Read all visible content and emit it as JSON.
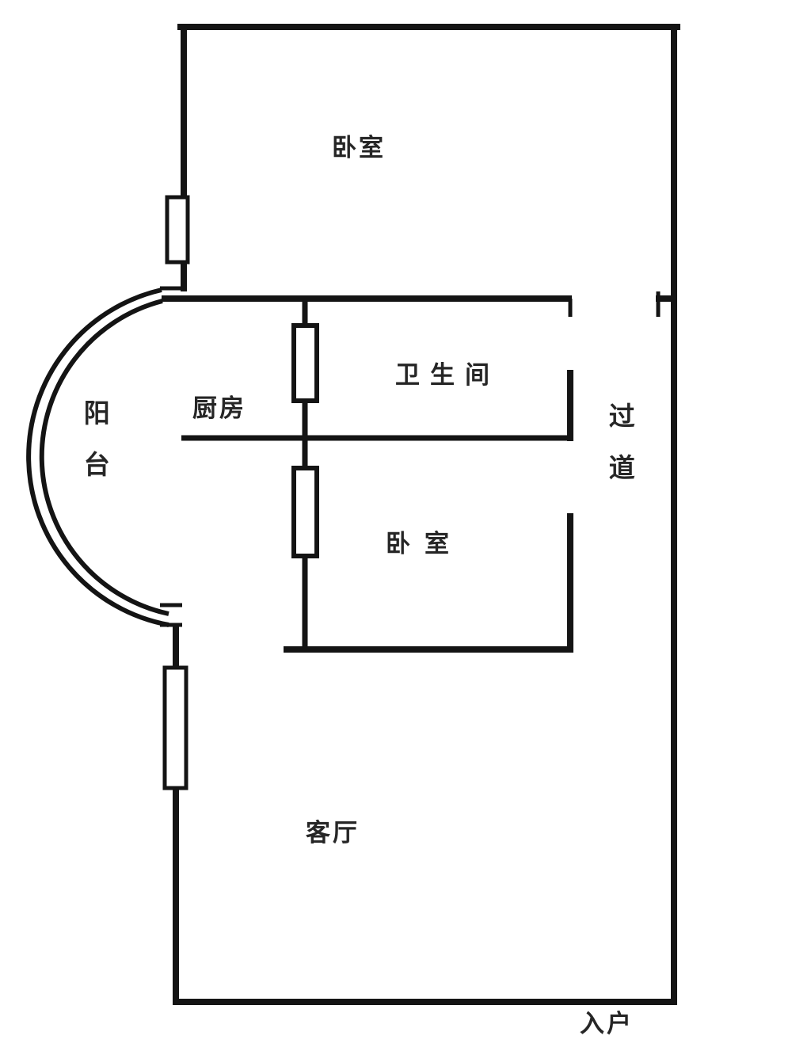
{
  "rooms": {
    "bedroom_top": {
      "label": "卧室"
    },
    "balcony": {
      "label": "阳台"
    },
    "kitchen": {
      "label": "厨房"
    },
    "bathroom": {
      "label": "卫生间"
    },
    "corridor": {
      "label": "过道"
    },
    "bedroom_mid": {
      "label": "卧室"
    },
    "living_room": {
      "label": "客厅"
    },
    "entrance": {
      "label": "入户"
    }
  },
  "colors": {
    "wall": "#141414",
    "text": "#262626",
    "background": "#ffffff"
  }
}
